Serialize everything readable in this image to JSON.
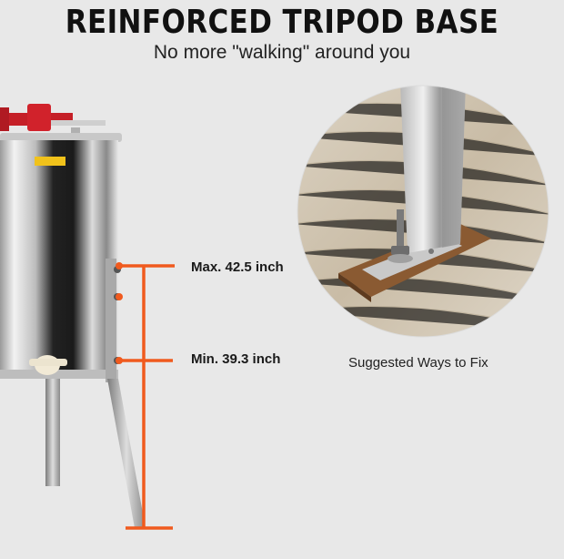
{
  "header": {
    "title": "REINFORCED TRIPOD BASE",
    "subtitle": "No more \"walking\" around you"
  },
  "measurements": {
    "max_label": "Max. 42.5 inch",
    "min_label": "Min. 39.3 inch"
  },
  "detail": {
    "caption": "Suggested Ways to Fix"
  },
  "colors": {
    "background": "#e8e8e8",
    "accent": "#f05a1e",
    "gear_red": "#d1222b"
  }
}
